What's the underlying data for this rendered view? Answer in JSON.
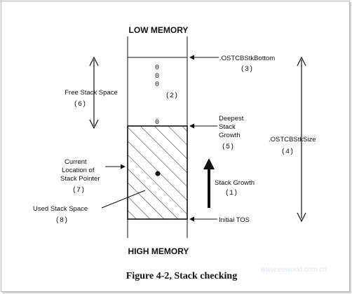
{
  "header": {
    "low_memory": "LOW MEMORY",
    "high_memory": "HIGH MEMORY"
  },
  "zeros": [
    "0",
    "0",
    "0",
    "0"
  ],
  "labels": {
    "free_stack_space": {
      "text": "Free Stack Space",
      "num": "(6)"
    },
    "region_num": "(2)",
    "bottom": {
      "text": ".OSTCBStkBottom",
      "num": "(3)"
    },
    "deepest": {
      "lines": [
        "Deepest",
        "Stack",
        "Growth"
      ],
      "num": "(5)"
    },
    "size": {
      "text": ".OSTCBStkSize",
      "num": "(4)"
    },
    "current": {
      "lines": [
        "Current",
        "Location of",
        "Stack Pointer"
      ],
      "num": "(7)"
    },
    "used": {
      "text": "Used Stack Space",
      "num": "(8)"
    },
    "growth": {
      "text": "Stack Growth",
      "num": "(1)"
    },
    "initial_tos": "Initial TOS"
  },
  "caption": "Figure 4-2, Stack checking",
  "watermark": "www.eeworld.com.cn"
}
